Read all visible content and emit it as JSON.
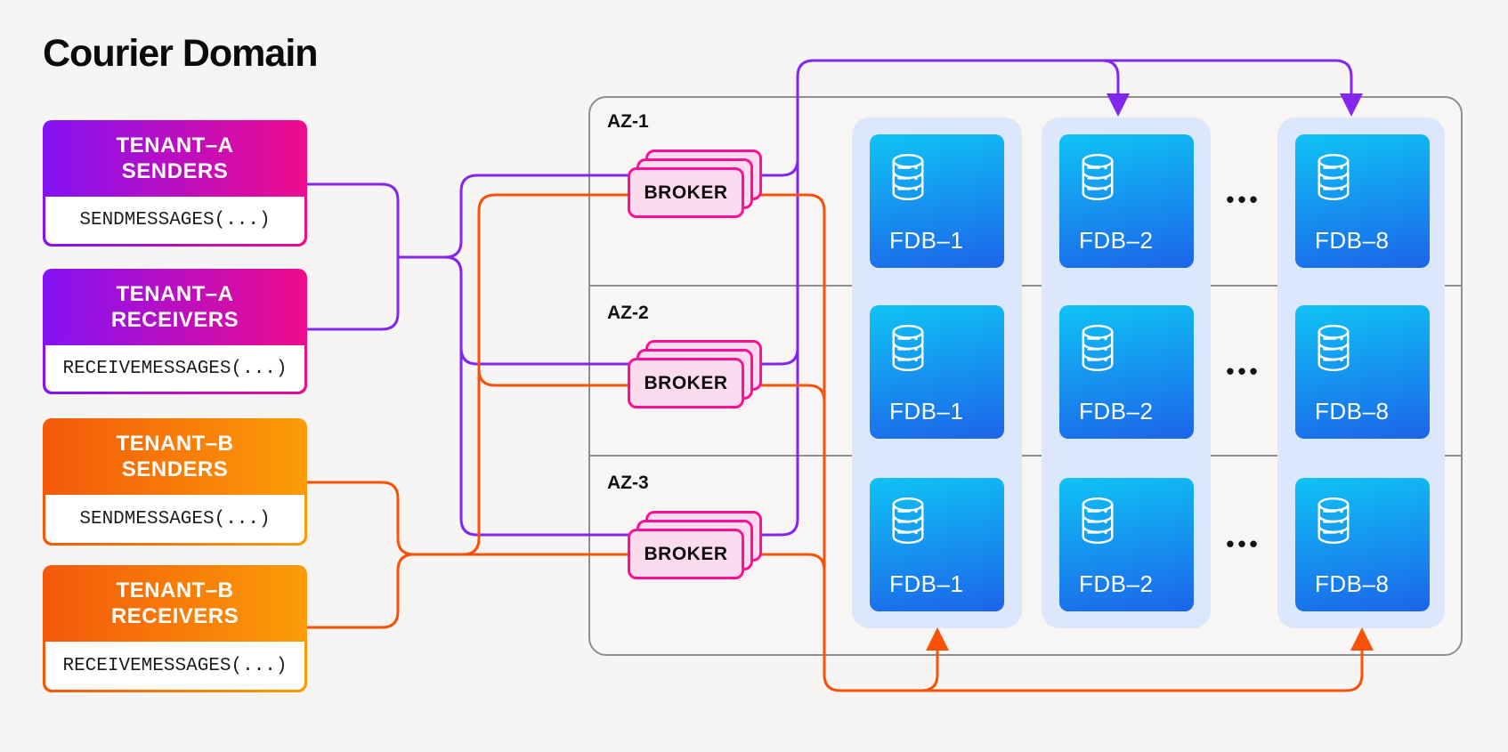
{
  "title": "Courier Domain",
  "colors": {
    "bg": "#F6F5F3",
    "box-fill": "#F7F6F5",
    "box-border": "#8E8E8E",
    "purple-line": "#8326EE",
    "orange-line": "#F85108",
    "tenant-a-start": "#8412F5",
    "tenant-a-end": "#F00B8C",
    "tenant-b-start": "#F3590A",
    "tenant-b-end": "#FC9C07",
    "broker-border": "#FF0F95",
    "broker-fill": "#FBDCEF",
    "column-fill": "#DCE7FB",
    "tile-top": "#0FC3F5",
    "tile-bottom": "#1C64E9",
    "text-dark": "#111111"
  },
  "tenants": [
    {
      "line1": "TENANT–A",
      "line2": "SENDERS",
      "method": "SENDMESSAGES(...)"
    },
    {
      "line1": "TENANT–A",
      "line2": "RECEIVERS",
      "method": "RECEIVEMESSAGES(...)"
    },
    {
      "line1": "TENANT–B",
      "line2": "SENDERS",
      "method": "SENDMESSAGES(...)"
    },
    {
      "line1": "TENANT–B",
      "line2": "RECEIVERS",
      "method": "RECEIVEMESSAGES(...)"
    }
  ],
  "cluster": {
    "zones": [
      "AZ-1",
      "AZ-2",
      "AZ-3"
    ],
    "broker_label": "BROKER",
    "fdb_labels": [
      "FDB–1",
      "FDB–2",
      "FDB–8"
    ],
    "ellipsis": "•••"
  }
}
